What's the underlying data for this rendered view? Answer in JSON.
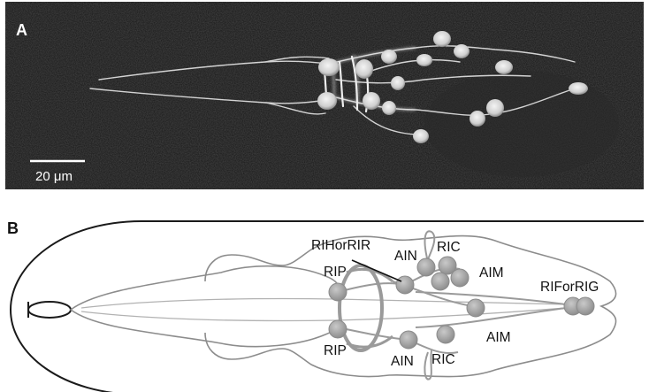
{
  "panel_a": {
    "letter": "A",
    "scale_bar_label": "20 μm"
  },
  "panel_b": {
    "letter": "B",
    "labels": {
      "rih_or_rir": "RIHorRIR",
      "ain_top": "AIN",
      "ric_top": "RIC",
      "rip_top": "RIP",
      "aim_top": "AIM",
      "rif_or_rig": "RIForRIG",
      "aim_bottom": "AIM",
      "rip_bottom": "RIP",
      "ain_bottom": "AIN",
      "ric_bottom": "RIC"
    }
  },
  "colors": {
    "micrograph_background": "#151515",
    "neuron_glow": "#e6e6e6",
    "diagram_outline": "#1a1a1a",
    "diagram_neuron": "#9a9a9a",
    "diagram_neuron_fill": "#a8a8a8"
  }
}
